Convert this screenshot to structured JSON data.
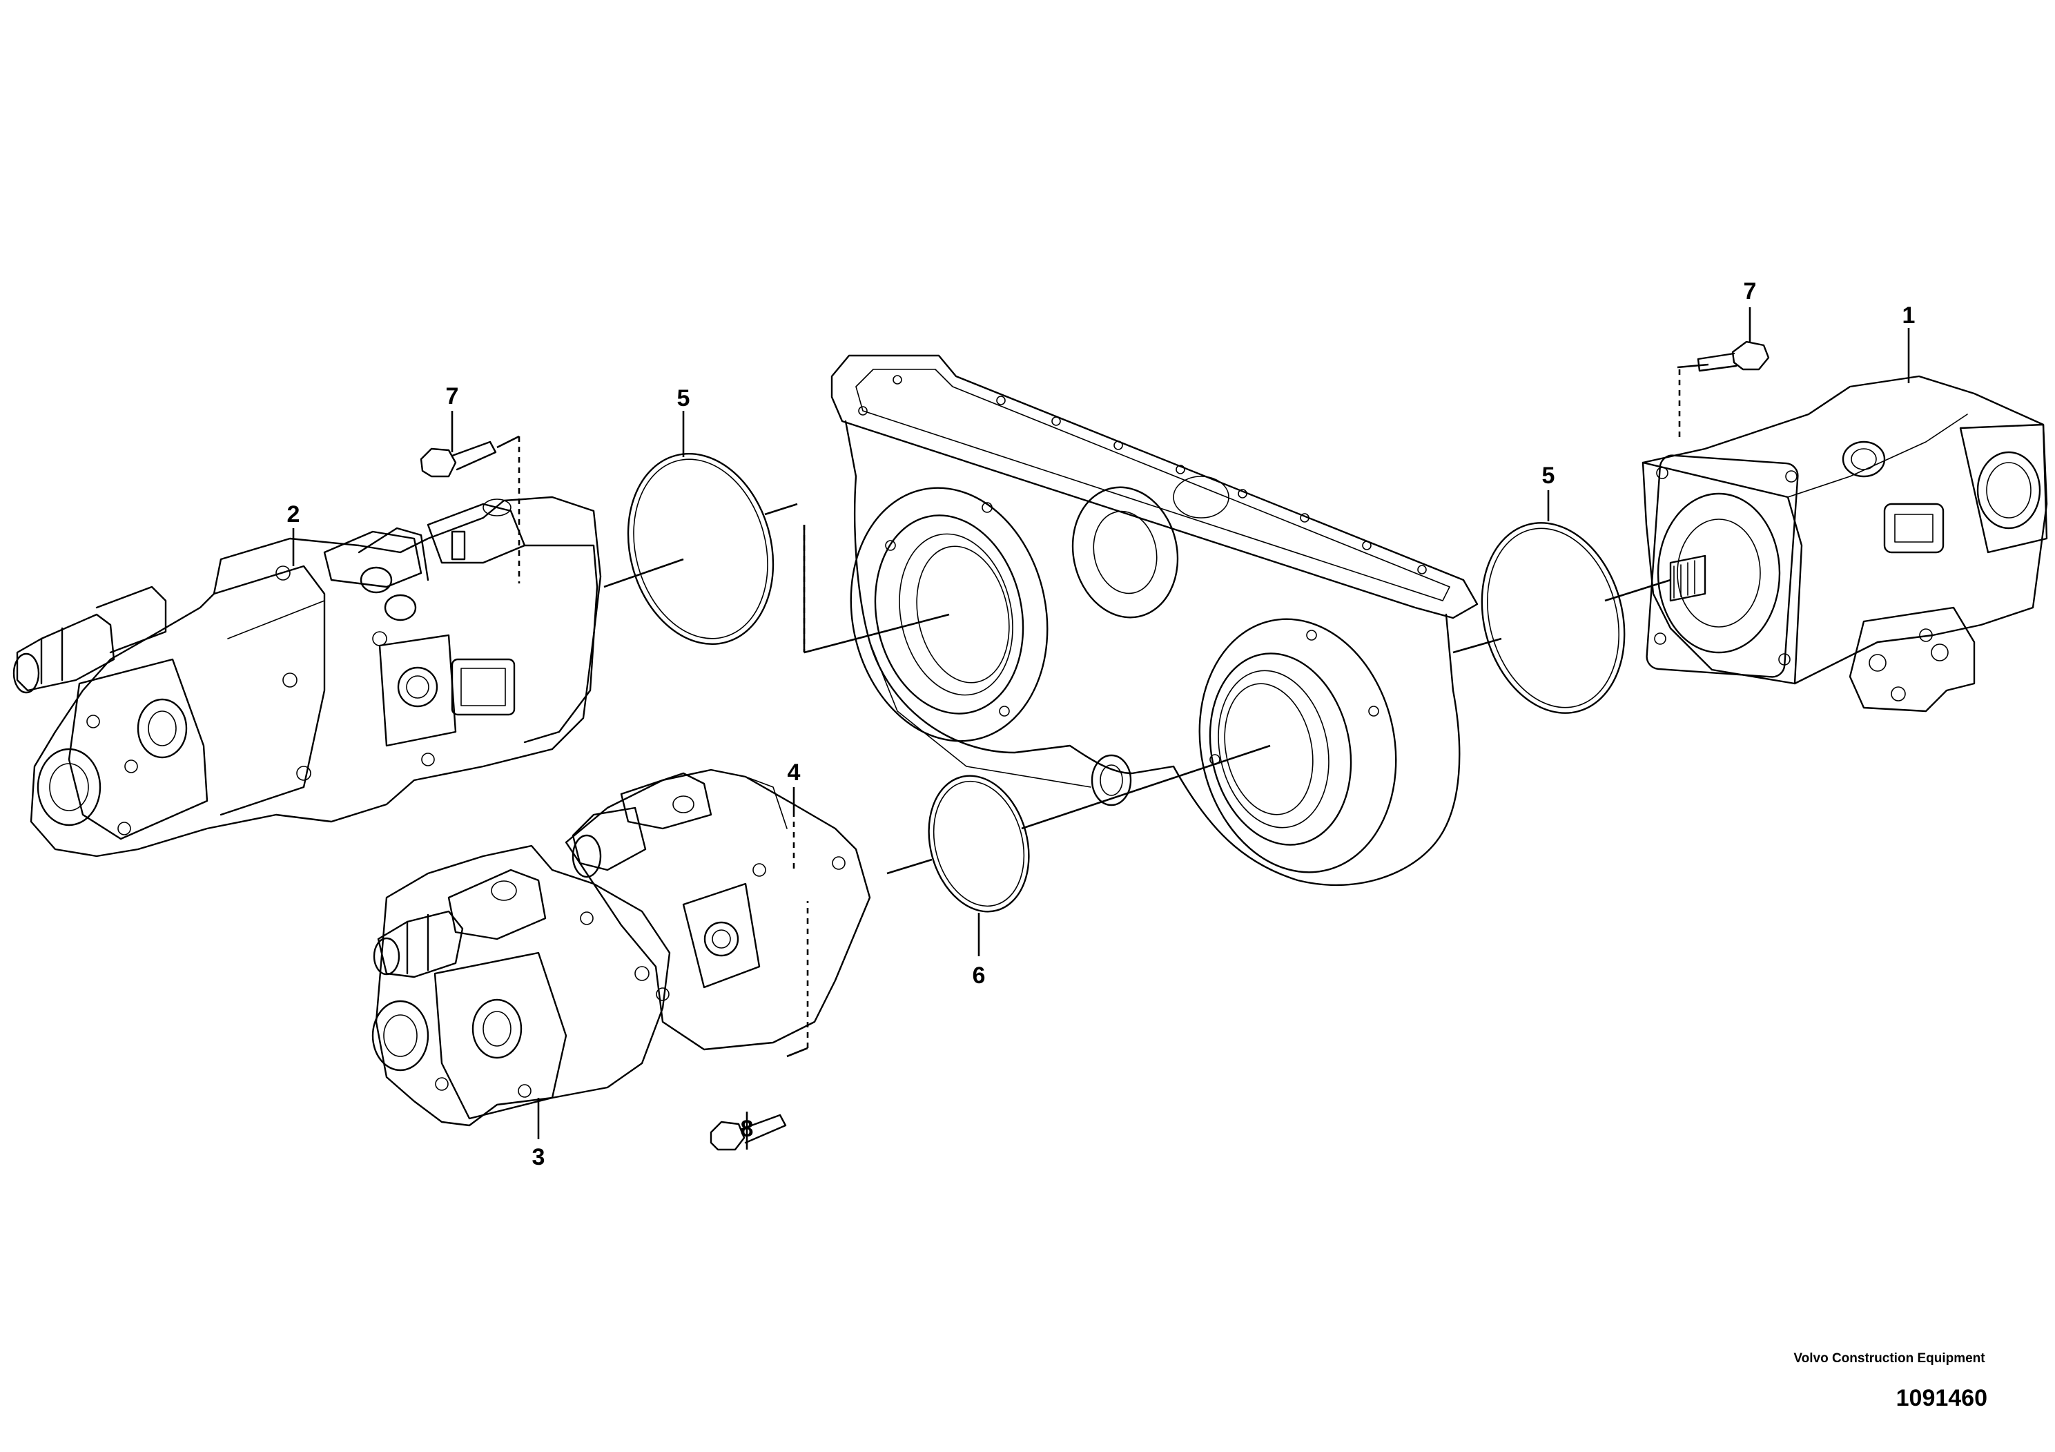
{
  "callouts": {
    "c1": "1",
    "c2": "2",
    "c3": "3",
    "c4": "4",
    "c5a": "5",
    "c5b": "5",
    "c6": "6",
    "c7a": "7",
    "c7b": "7",
    "c8": "8"
  },
  "footer": {
    "brand": "Volvo Construction Equipment",
    "ref": "1091460"
  }
}
